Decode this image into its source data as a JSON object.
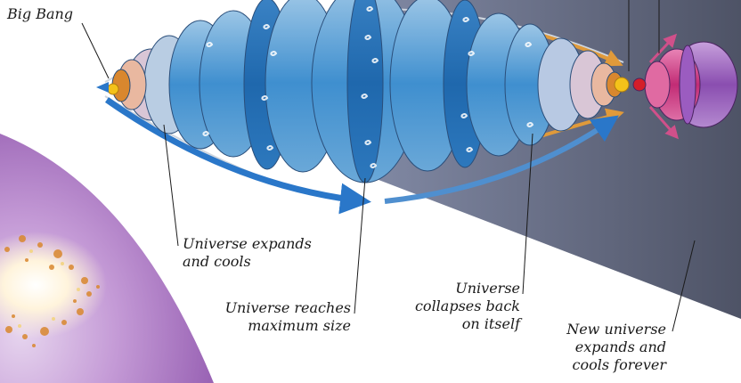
{
  "labels": {
    "big_bang": "Big Bang",
    "expands": [
      "Universe expands",
      "and cools"
    ],
    "max_size": [
      "Universe reaches",
      "maximum size"
    ],
    "collapses": [
      "Universe",
      "collapses back",
      "on itself"
    ],
    "new_universe": [
      "New universe",
      "expands and",
      "cools forever"
    ]
  },
  "colors": {
    "dark_panel": "#5f6478",
    "outer_disc": "#b27ec8",
    "universe_blue": "#2f7fc0",
    "universe_blue_light": "#8fbde0",
    "new_universe_purple": "#8d4fb0",
    "new_universe_pink": "#c8327a",
    "ember_orange": "#d9872e",
    "core_yellow": "#f4c21a",
    "arrow_blue": "#2a77c9",
    "arrow_orange": "#e09a3a"
  }
}
